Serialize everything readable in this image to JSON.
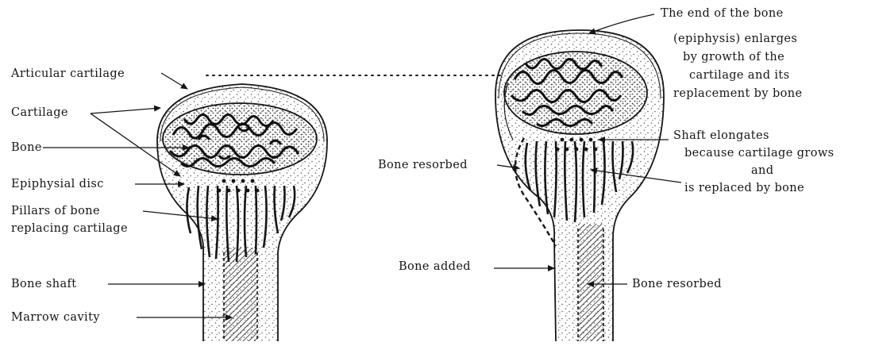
{
  "colors": {
    "ink": "#151515",
    "stipple": "#5a5a5a",
    "paper": "#ffffff"
  },
  "left_bone": {
    "labels": {
      "articular_cartilage": "Articular cartilage",
      "cartilage": "Cartilage",
      "bone": "Bone",
      "epiphysial_disc": "Epiphysial disc",
      "pillars_line1": "Pillars of bone",
      "pillars_line2": "replacing cartilage",
      "bone_shaft": "Bone shaft",
      "marrow_cavity": "Marrow cavity"
    }
  },
  "right_bone": {
    "labels": {
      "end_line1": "The end of the bone",
      "end_line2": "(epiphysis) enlarges",
      "end_line3": "by growth of the",
      "end_line4": "cartilage and its",
      "end_line5": "replacement by bone",
      "shaft_line1": "Shaft elongates",
      "shaft_line2": "because cartilage grows",
      "shaft_line3": "and",
      "shaft_line4": "is replaced by bone",
      "bone_resorbed_top": "Bone resorbed",
      "bone_added": "Bone added",
      "bone_resorbed_bottom": "Bone resorbed"
    }
  }
}
